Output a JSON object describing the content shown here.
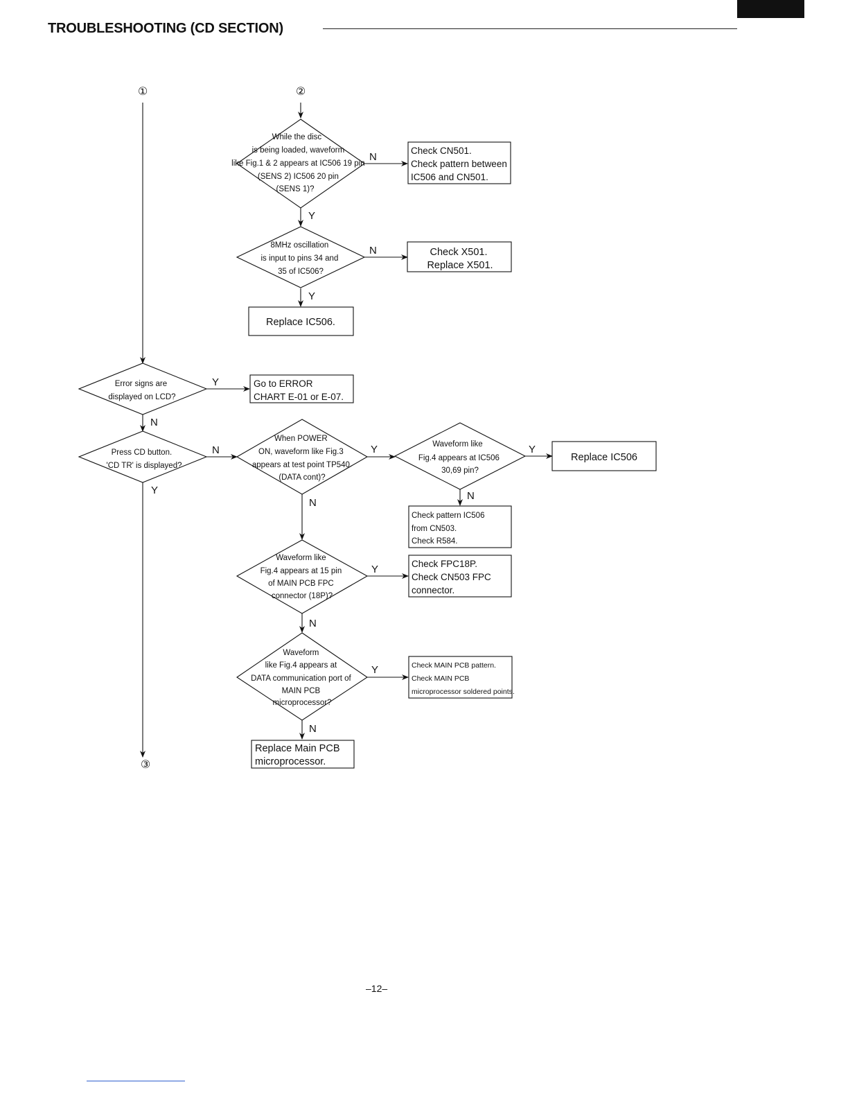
{
  "page": {
    "title": "TROUBLESHOOTING (CD SECTION)",
    "page_number": "–12–"
  },
  "connectors": {
    "c1": "①",
    "c2": "②",
    "c3": "③"
  },
  "labels": {
    "yes": "Y",
    "no": "N"
  },
  "decisions": {
    "d_disc_loaded": [
      "While the disc",
      "is being loaded, waveform",
      "like Fig.1 & 2 appears at IC506 19 pin",
      "(SENS 2) IC506 20 pin",
      "(SENS 1)?"
    ],
    "d_8mhz": [
      "8MHz oscillation",
      "is input to pins 34 and",
      "35 of IC506?"
    ],
    "d_error_signs": [
      "Error signs are",
      "displayed on LCD?"
    ],
    "d_press_cd": [
      "Press CD button.",
      "'CD TR' is displayed?"
    ],
    "d_power_on": [
      "When POWER",
      "ON, waveform like Fig.3",
      "appears at test point  TP540",
      "(DATA cont)?"
    ],
    "d_fig4_ic506": [
      "Waveform like",
      "Fig.4 appears at IC506",
      "30,69 pin?"
    ],
    "d_fig4_15pin": [
      "Waveform like",
      "Fig.4 appears at 15 pin",
      "of MAIN PCB FPC",
      "connector (18P)?"
    ],
    "d_fig4_data_port": [
      "Waveform",
      "like Fig.4 appears at",
      "DATA communication port of",
      "MAIN PCB",
      "microprocessor?"
    ]
  },
  "actions": {
    "a_check_cn501": [
      "Check CN501.",
      "Check pattern between",
      "IC506 and CN501."
    ],
    "a_check_x501": [
      "Check X501.",
      "Replace X501."
    ],
    "a_replace_ic506_top": [
      "Replace IC506."
    ],
    "a_goto_error": [
      "Go to ERROR",
      "CHART E-01 or E-07."
    ],
    "a_replace_ic506_right": [
      "Replace IC506"
    ],
    "a_check_pattern_ic506": [
      "Check pattern IC506",
      "from CN503.",
      "Check R584."
    ],
    "a_check_fpc18p": [
      "Check FPC18P.",
      "Check CN503 FPC",
      "connector."
    ],
    "a_check_main_pcb": [
      "Check MAIN PCB pattern.",
      "Check MAIN PCB",
      "microprocessor soldered points."
    ],
    "a_replace_main_pcb": [
      "Replace Main PCB",
      "microprocessor."
    ]
  }
}
